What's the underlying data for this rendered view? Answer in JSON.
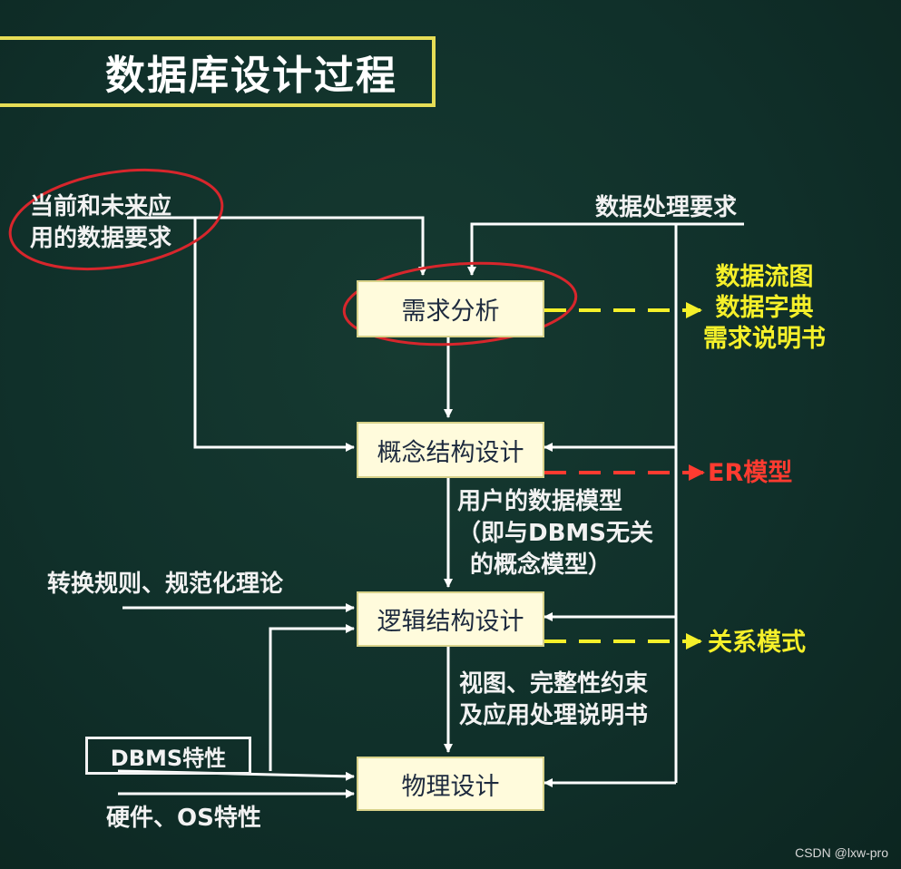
{
  "title": "数据库设计过程",
  "steps": {
    "req": "需求分析",
    "concept": "概念结构设计",
    "logic": "逻辑结构设计",
    "physical": "物理设计"
  },
  "inputs": {
    "user_data_req": [
      "当前和未来应",
      "用的数据要求"
    ],
    "processing_req": "数据处理要求",
    "conversion_rules": "转换规则、规范化理论",
    "dbms": "DBMS特性",
    "hardware": "硬件、OS特性"
  },
  "outputs": {
    "req": [
      "数据流图",
      "数据字典",
      "需求说明书"
    ],
    "concept": "ER模型",
    "logic": "关系模式"
  },
  "transitions": {
    "concept_to_logic": [
      "用户的数据模型",
      "（即与DBMS无关",
      "的概念模型）"
    ],
    "logic_to_physical": [
      "视图、完整性约束",
      "及应用处理说明书"
    ]
  },
  "colors": {
    "background": "#0f2b24",
    "box_fill": "#fffbdc",
    "title_border": "#e6dd56",
    "yellow_output": "#f5f02a",
    "red_output": "#ff3b30",
    "annotation": "#d7262c"
  },
  "watermark": "CSDN @lxw-pro"
}
